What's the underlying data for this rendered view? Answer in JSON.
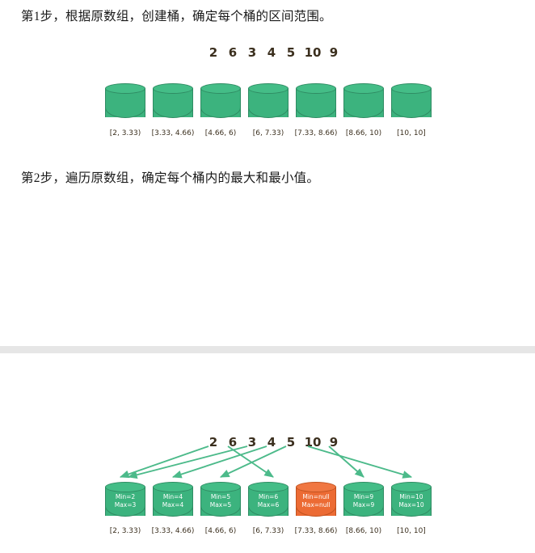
{
  "page": {
    "background_color": "#ffffff",
    "separator_color": "#e6e6e6"
  },
  "colors": {
    "bucket_green": "#3cb37e",
    "bucket_green_top": "#44bd87",
    "bucket_green_edge": "#2f8c63",
    "bucket_orange": "#ec6b34",
    "bucket_orange_top": "#f07742",
    "bucket_orange_edge": "#c1521f",
    "arrow_green": "#4cba8a",
    "number_brown": "#3b2f1e",
    "text_black": "#1a1a1a"
  },
  "steps": [
    {
      "id": "step1",
      "text": "第1步，根据原数组，创建桶，确定每个桶的区间范围。"
    },
    {
      "id": "step2",
      "text": "第2步，遍历原数组，确定每个桶内的最大和最小值。"
    }
  ],
  "array": {
    "label": "2 6 3 4 5 10 9",
    "values": [
      "2",
      "6",
      "3",
      "4",
      "5",
      "10",
      "9"
    ]
  },
  "intervals": [
    "[2, 3.33)",
    "[3.33, 4.66)",
    "[4.66, 6)",
    "[6, 7.33)",
    "[7.33, 8.66)",
    "[8.66, 10)",
    "[10, 10]"
  ],
  "figure1": {
    "caption_array": "2 6 3 4 5 10 9",
    "buckets": [
      {
        "index": 1,
        "color": "green",
        "interval": "[2, 3.33)"
      },
      {
        "index": 2,
        "color": "green",
        "interval": "[3.33, 4.66)"
      },
      {
        "index": 3,
        "color": "green",
        "interval": "[4.66, 6)"
      },
      {
        "index": 4,
        "color": "green",
        "interval": "[6, 7.33)"
      },
      {
        "index": 5,
        "color": "green",
        "interval": "[7.33, 8.66)"
      },
      {
        "index": 6,
        "color": "green",
        "interval": "[8.66, 10)"
      },
      {
        "index": 7,
        "color": "green",
        "interval": "[10, 10]"
      }
    ]
  },
  "figure2": {
    "buckets": [
      {
        "index": 1,
        "color": "green",
        "min": "Min=2",
        "max": "Max=3",
        "interval": "[2, 3.33)"
      },
      {
        "index": 2,
        "color": "green",
        "min": "Min=4",
        "max": "Max=4",
        "interval": "[3.33, 4.66)"
      },
      {
        "index": 3,
        "color": "green",
        "min": "Min=5",
        "max": "Max=5",
        "interval": "[4.66, 6)"
      },
      {
        "index": 4,
        "color": "green",
        "min": "Min=6",
        "max": "Max=6",
        "interval": "[6, 7.33)"
      },
      {
        "index": 5,
        "color": "orange",
        "min": "Min=null",
        "max": "Max=null",
        "interval": "[7.33, 8.66)"
      },
      {
        "index": 6,
        "color": "green",
        "min": "Min=9",
        "max": "Max=9",
        "interval": "[8.66, 10)"
      },
      {
        "index": 7,
        "color": "green",
        "min": "Min=10",
        "max": "Max=10",
        "interval": "[10, 10]"
      }
    ],
    "mappings": [
      {
        "value": "2",
        "to_bucket": 1
      },
      {
        "value": "6",
        "to_bucket": 4
      },
      {
        "value": "3",
        "to_bucket": 1
      },
      {
        "value": "4",
        "to_bucket": 2
      },
      {
        "value": "5",
        "to_bucket": 3
      },
      {
        "value": "10",
        "to_bucket": 7
      },
      {
        "value": "9",
        "to_bucket": 6
      }
    ]
  }
}
